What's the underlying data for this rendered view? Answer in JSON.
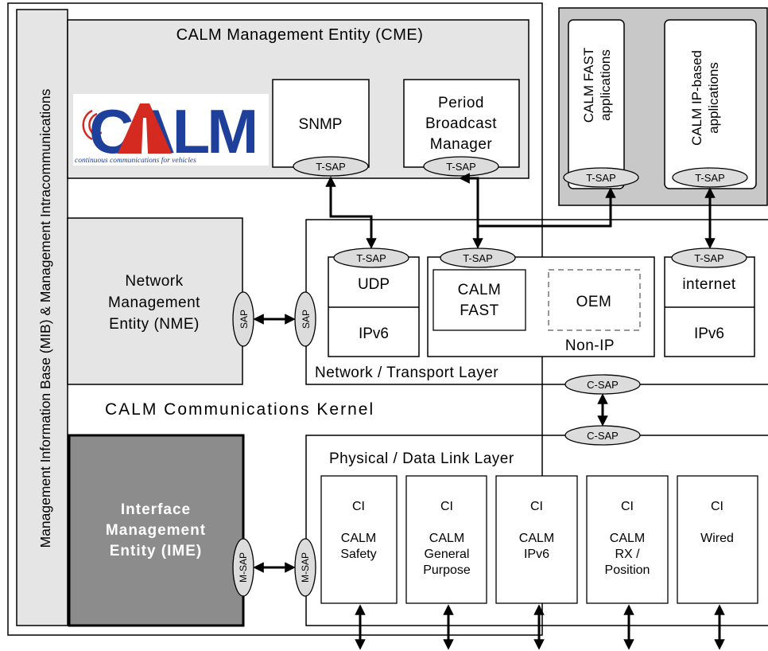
{
  "side_label": "Management Information Base (MIB) & Management Intracommunications",
  "cme": {
    "title": "CALM Management Entity (CME)",
    "logo_text": "CALM",
    "logo_tagline": "continuous communications for vehicles",
    "snmp": "SNMP",
    "pbm": [
      "Period",
      "Broadcast",
      "Manager"
    ],
    "tsap": "T-SAP"
  },
  "apps": {
    "fast": [
      "CALM FAST",
      "applications"
    ],
    "ip": [
      "CALM IP-based",
      "applications"
    ],
    "tsap": "T-SAP"
  },
  "nme": {
    "lines": [
      "Network",
      "Management",
      "Entity (NME)"
    ],
    "sap": "SAP"
  },
  "network_layer": {
    "label": "Network / Transport Layer",
    "sap": "SAP",
    "tsap": "T-SAP",
    "udp": "UDP",
    "ipv6": "IPv6",
    "calm_fast": [
      "CALM",
      "FAST"
    ],
    "oem": "OEM",
    "non_ip": "Non-IP",
    "internet": "internet",
    "ipv6_2": "IPv6"
  },
  "kernel_label": "CALM Communications Kernel",
  "csap": "C-SAP",
  "ime": {
    "lines": [
      "Interface",
      "Management",
      "Entity (IME)"
    ],
    "msap": "M-SAP"
  },
  "phys_layer": {
    "label": "Physical / Data Link Layer",
    "msap": "M-SAP",
    "cis": [
      {
        "ci": "CI",
        "lines": [
          "CALM",
          "Safety"
        ]
      },
      {
        "ci": "CI",
        "lines": [
          "CALM",
          "General",
          "Purpose"
        ]
      },
      {
        "ci": "CI",
        "lines": [
          "CALM",
          "IPv6"
        ]
      },
      {
        "ci": "CI",
        "lines": [
          "CALM",
          "RX /",
          "Position"
        ]
      },
      {
        "ci": "CI",
        "lines": [
          "Wired"
        ]
      }
    ]
  },
  "colors": {
    "panel_gray": "#e5e5e5",
    "apps_bg": "#c8c8c8",
    "ime_bg": "#8c8c8c",
    "sap_fill": "#dcdcdc",
    "logo_red": "#d42a1f",
    "logo_blue": "#1e3f9a"
  }
}
